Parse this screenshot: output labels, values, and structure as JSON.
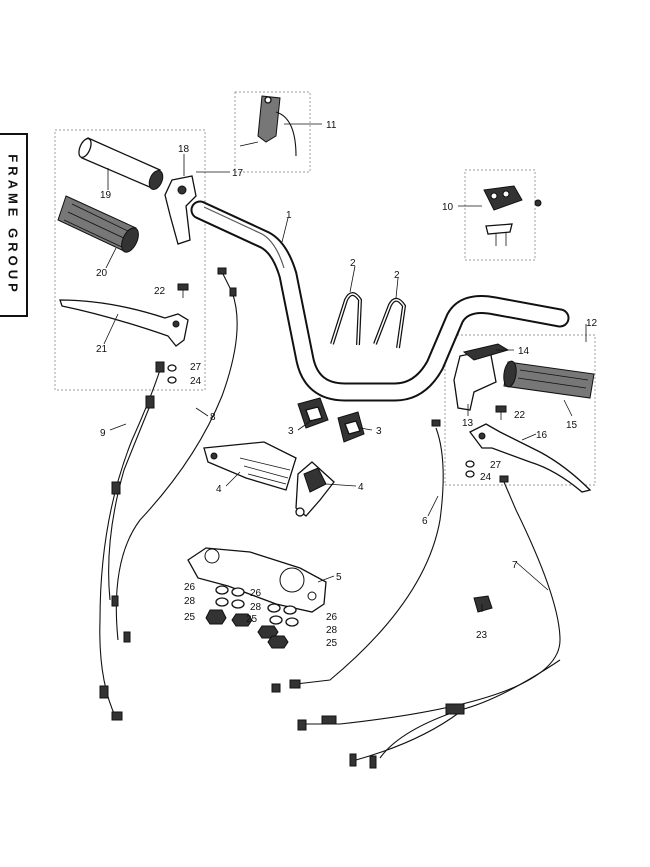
{
  "side_label": "FRAME GROUP",
  "callouts": {
    "c1": "1",
    "c2a": "2",
    "c2b": "2",
    "c3a": "3",
    "c3b": "3",
    "c4a": "4",
    "c4b": "4",
    "c5": "5",
    "c6": "6",
    "c7": "7",
    "c8": "8",
    "c9": "9",
    "c10": "10",
    "c11": "11",
    "c12": "12",
    "c13": "13",
    "c14": "14",
    "c15": "15",
    "c16": "16",
    "c17": "17",
    "c18": "18",
    "c19": "19",
    "c20": "20",
    "c21": "21",
    "c22a": "22",
    "c22b": "22",
    "c23": "23",
    "c24a": "24",
    "c24b": "24",
    "c25a": "25",
    "c25b": "25",
    "c25c": "25",
    "c26a": "26",
    "c26b": "26",
    "c26c": "26",
    "c27a": "27",
    "c27b": "27",
    "c28a": "28",
    "c28b": "28",
    "c28c": "28"
  }
}
